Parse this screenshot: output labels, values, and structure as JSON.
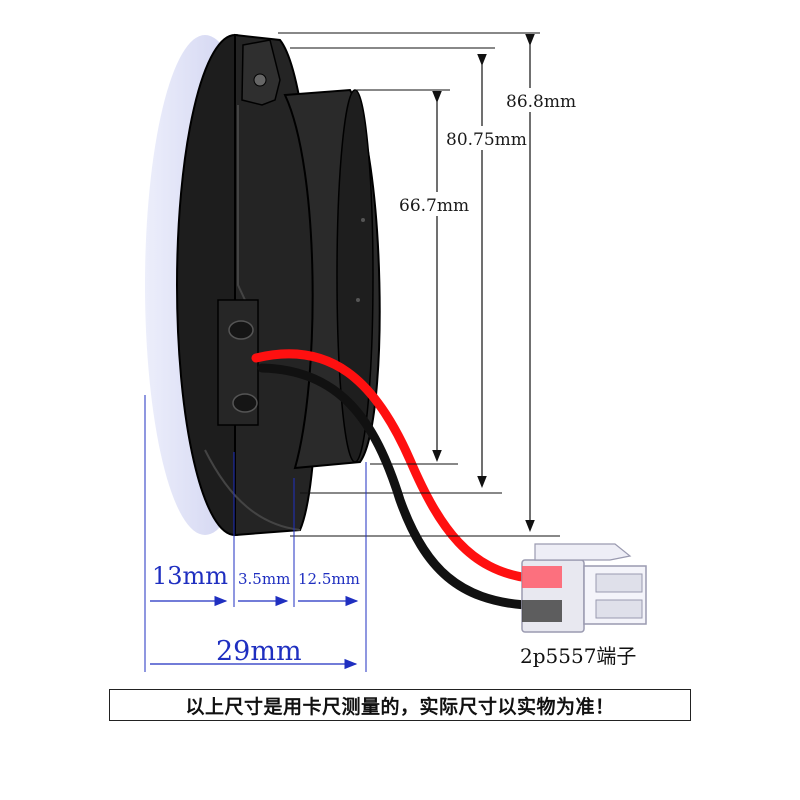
{
  "dimensions": {
    "height_outer": "86.8mm",
    "height_mid": "80.75mm",
    "height_inner": "66.7mm",
    "depth_front": "13mm",
    "depth_mid": "3.5mm",
    "depth_back": "12.5mm",
    "depth_total": "29mm"
  },
  "connector_label": "2p5557端子",
  "note": "以上尺寸是用卡尺测量的，实际尺寸以实物为准！",
  "colors": {
    "housing": "#1c1c1c",
    "wire_positive": "#ff1010",
    "wire_negative": "#111111",
    "connector": "#e8e8f0",
    "dim_blue": "#1f2fc0",
    "glow": "#d8dcf6"
  }
}
